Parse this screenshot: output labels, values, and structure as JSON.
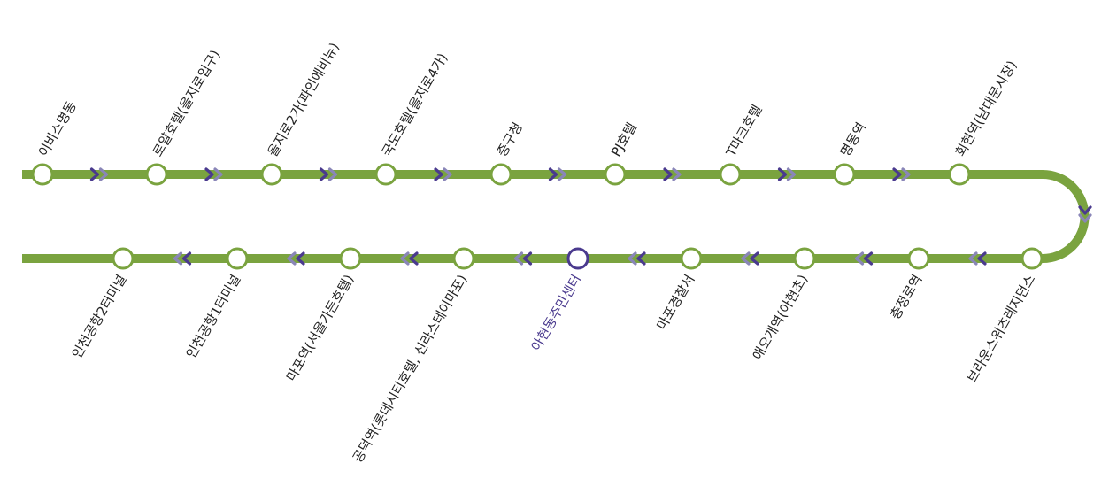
{
  "colors": {
    "line": "#7aa33f",
    "arrow": "#4a3a8e",
    "arrow_shadow": "#8a86b8",
    "stop_fill": "#ffffff",
    "current_stop": "#4a3a8e",
    "label": "#222222"
  },
  "route": {
    "outbound": [
      {
        "name": "이비스명동",
        "current": false
      },
      {
        "name": "로얄호텔(을지로입구)",
        "current": false
      },
      {
        "name": "을지로2가(파인에비뉴)",
        "current": false
      },
      {
        "name": "국도호텔(을지로4가)",
        "current": false
      },
      {
        "name": "중구청",
        "current": false
      },
      {
        "name": "PJ호텔",
        "current": false
      },
      {
        "name": "T마크호텔",
        "current": false
      },
      {
        "name": "명동역",
        "current": false
      },
      {
        "name": "회현역(남대문시장)",
        "current": false
      }
    ],
    "inbound": [
      {
        "name": "브라운스위츠레지던스",
        "current": false
      },
      {
        "name": "충정로역",
        "current": false
      },
      {
        "name": "애오개역(아현초)",
        "current": false
      },
      {
        "name": "마포경찰서",
        "current": false
      },
      {
        "name": "아현동주민센터",
        "current": true
      },
      {
        "name": "공덕역(롯데시티호텔, 신라스테이마포)",
        "current": false
      },
      {
        "name": "마포역(서울가든호텔)",
        "current": false
      },
      {
        "name": "인천공항1터미널",
        "current": false
      },
      {
        "name": "인천공항2터미널",
        "current": false
      }
    ]
  }
}
